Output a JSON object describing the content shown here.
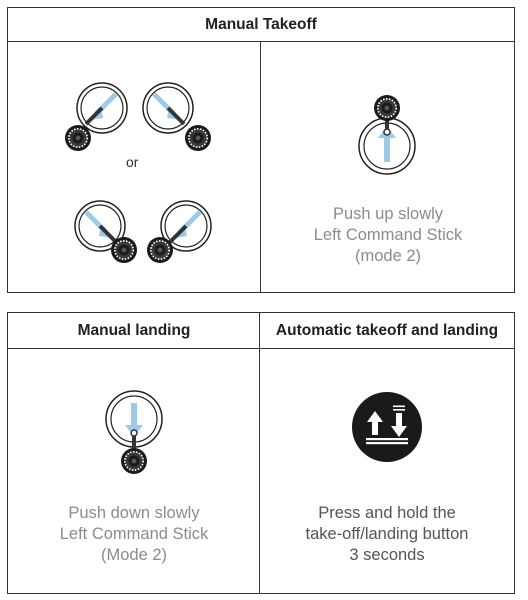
{
  "takeoff": {
    "header": "Manual Takeoff",
    "or_text": "or",
    "caption": [
      "Push up slowly",
      "Left Command Stick",
      "(mode 2)"
    ]
  },
  "landing": {
    "header": "Manual landing",
    "caption": [
      "Push down slowly",
      "Left Command Stick",
      "(Mode 2)"
    ]
  },
  "auto": {
    "header": "Automatic takeoff and landing",
    "caption": [
      "Press and hold the",
      "take-off/landing button",
      "3 seconds"
    ]
  },
  "icons": {
    "stick_combo": "stick-combination-icon",
    "stick_up": "stick-push-up-icon",
    "stick_down": "stick-push-down-icon",
    "auto_button": "takeoff-landing-button-icon"
  },
  "colors": {
    "border": "#333333",
    "arrow": "#9ccbea",
    "caption": "#8c8c8c",
    "button": "#1a1a1a"
  }
}
